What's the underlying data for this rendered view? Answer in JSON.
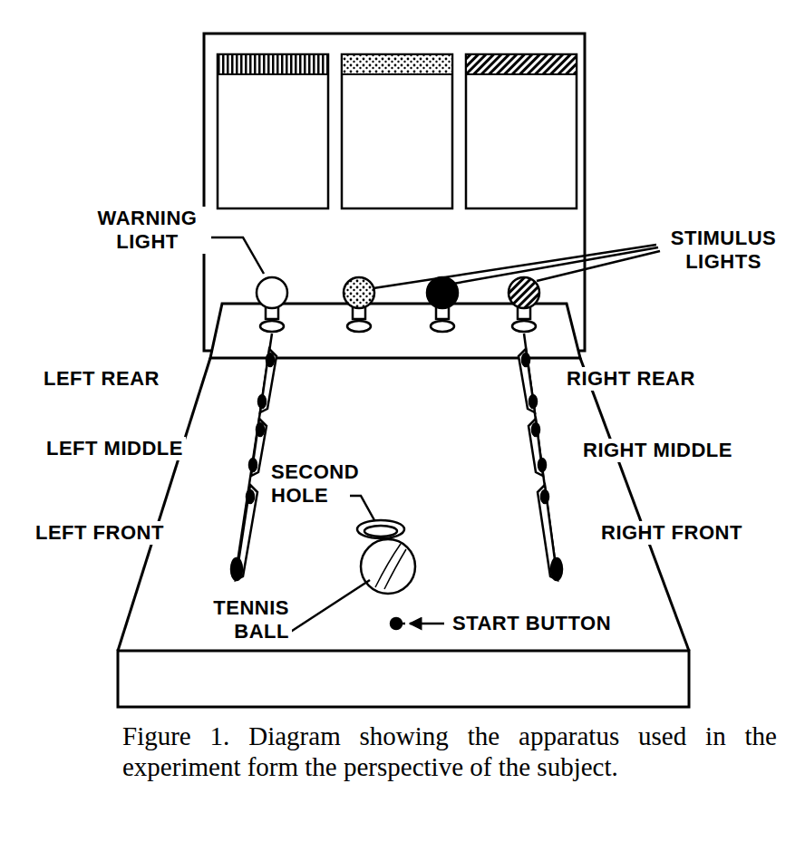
{
  "diagram": {
    "caption": "Figure 1. Diagram showing the apparatus used in the experiment form the perspective of the subject.",
    "labels": [
      "WARNING LIGHT",
      "STIMULUS LIGHTS",
      "LEFT REAR",
      "LEFT MIDDLE",
      "LEFT FRONT",
      "RIGHT REAR",
      "RIGHT MIDDLE",
      "RIGHT FRONT",
      "SECOND HOLE",
      "TENNIS BALL",
      "START BUTTON"
    ]
  }
}
